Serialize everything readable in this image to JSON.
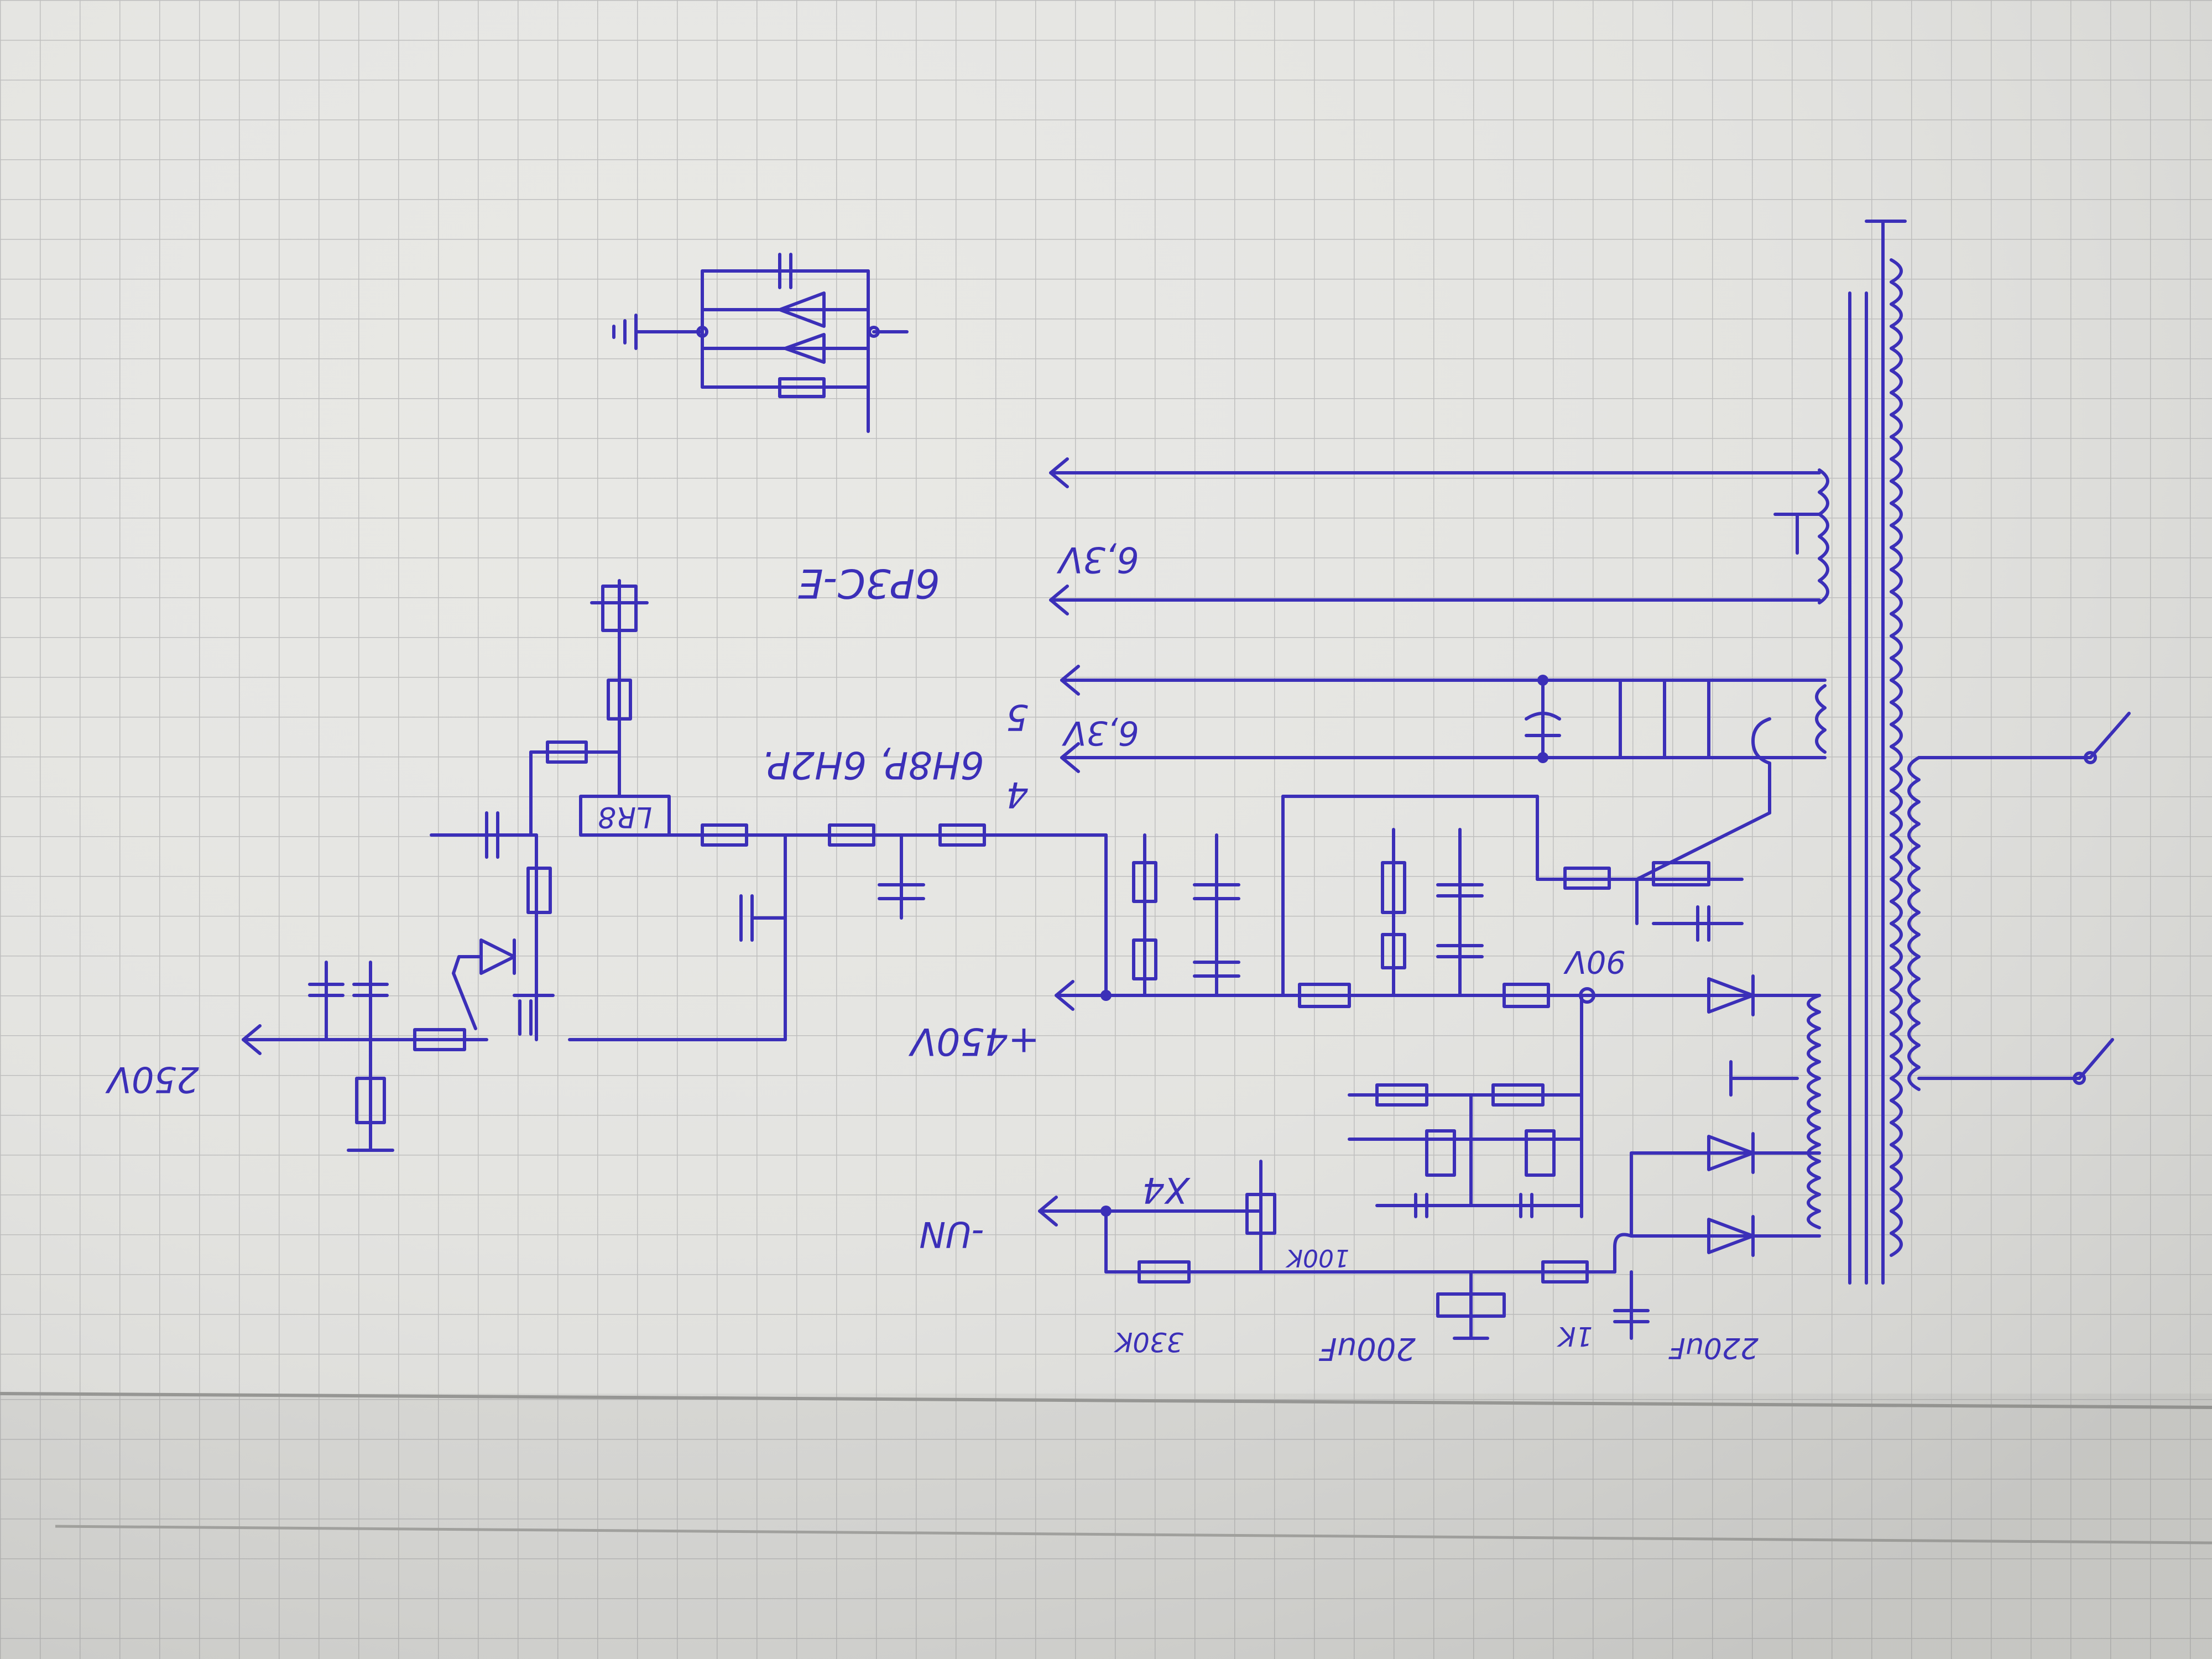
{
  "labels": {
    "tube_rectifier": "6P3C-E",
    "heater_a": "6,3V",
    "heater_b": "6,3V",
    "tubes_amp": "6H8P, 6H2P.",
    "pin4": "4",
    "pin5": "5",
    "bias_90v": "90V",
    "b_plus": "+450V",
    "out_250v": "250V",
    "regulator": "LR8",
    "neg_un": "-UN",
    "x4": "X4",
    "r_330k": "330K",
    "c_200uf": "200uF",
    "r_1k": "1K",
    "c_220uf": "220uF",
    "r_100k": "100K"
  },
  "colors": {
    "ink": "#3b2fb8",
    "paper": "#e9e9e6",
    "grid": "#b9b9b9"
  }
}
